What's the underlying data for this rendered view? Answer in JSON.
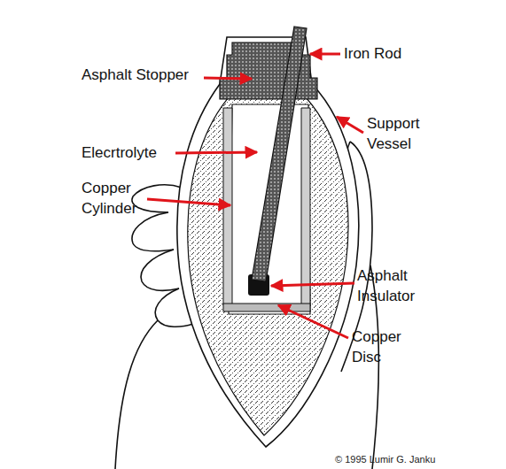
{
  "diagram": {
    "labels": [
      "Iron Rod",
      "Asphalt Stopper",
      "Support Vessel",
      "Elecrtrolyte",
      "Copper Cylinder",
      "Asphalt Insulator",
      "Copper Disc",
      "© 1995 Lumir G. Janku"
    ]
  }
}
